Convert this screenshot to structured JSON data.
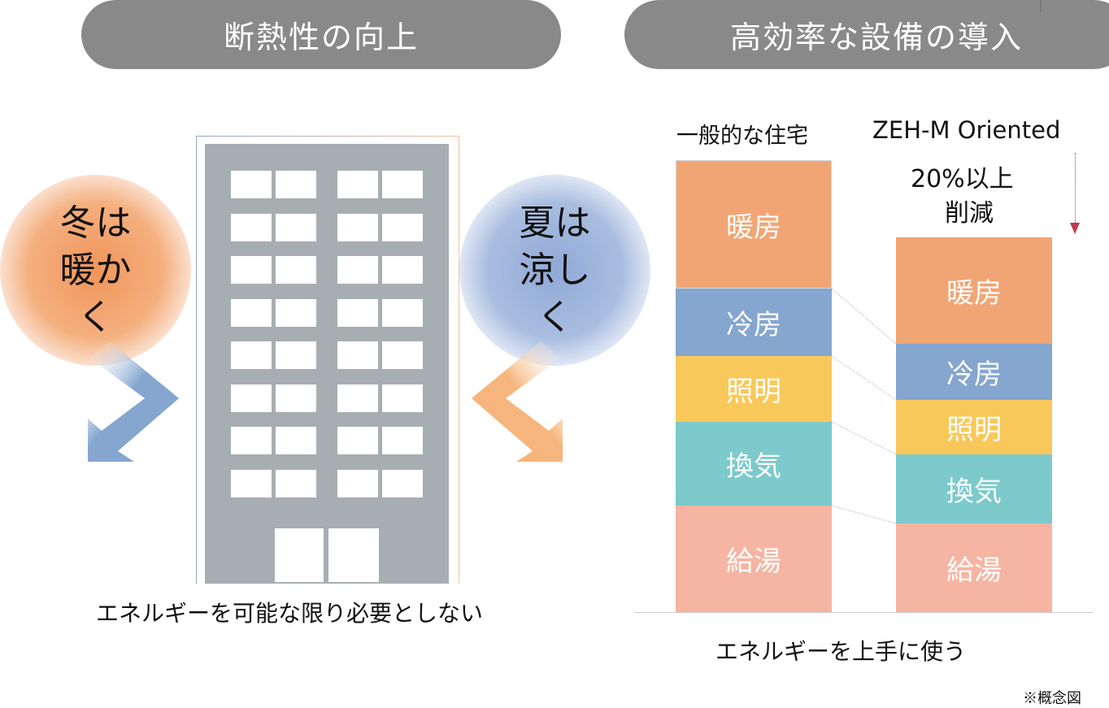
{
  "left_panel": {
    "title": "断熱性の向上",
    "winter_text": "冬は暖かく",
    "summer_text": "夏は涼しく",
    "caption": "エネルギーを可能な限り必要としない"
  },
  "right_panel": {
    "title": "高効率な設備の導入",
    "general_label": "一般的な住宅",
    "zeh_label": "ZEH-M Oriented",
    "reduction_label": "20%以上",
    "reduction_label2": "削減",
    "caption": "エネルギーを上手に使う",
    "note": "※概念図"
  },
  "segments": [
    "暖房",
    "冷房",
    "照明",
    "換気",
    "給湯"
  ],
  "colors": {
    "heating": "#f2a574",
    "cooling": "#84a6cf",
    "lighting": "#f9c85a",
    "ventilation": "#7ccacb",
    "hotwater": "#f5b5a2",
    "pill": "#898989",
    "building": "#a7aeb2"
  }
}
